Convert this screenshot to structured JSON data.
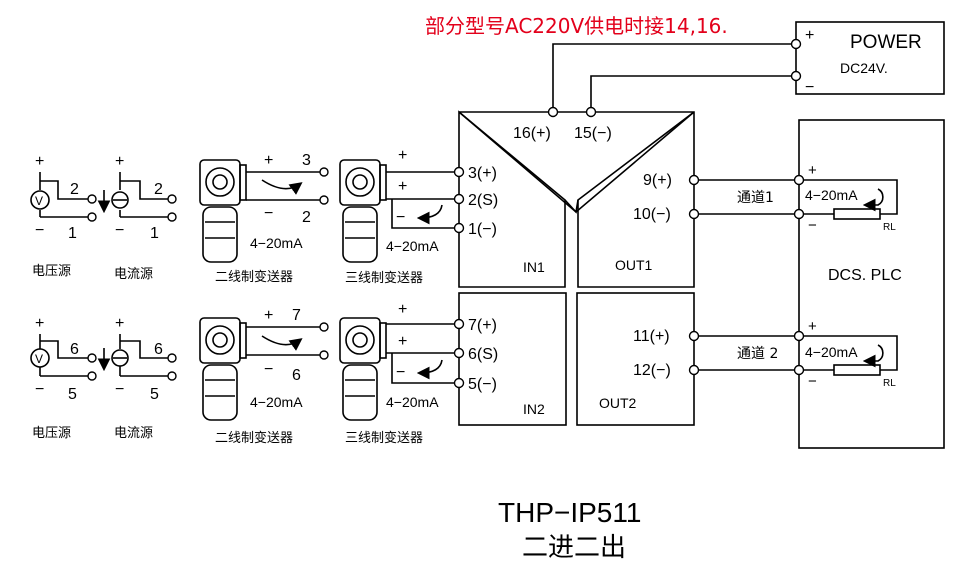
{
  "note": "部分型号AC220V供电时接14,16.",
  "power": {
    "title": "POWER",
    "voltage": "DC24V.",
    "plus": "+",
    "minus": "−"
  },
  "module": {
    "pin16": "16(+)",
    "pin15": "15(−)",
    "in1_pins": [
      "3(+)",
      "2(S)",
      "1(−)"
    ],
    "in2_pins": [
      "7(+)",
      "6(S)",
      "5(−)"
    ],
    "out1_pins": [
      "9(+)",
      "10(−)"
    ],
    "out2_pins": [
      "11(+)",
      "12(−)"
    ],
    "in1": "IN1",
    "in2": "IN2",
    "out1": "OUT1",
    "out2": "OUT2"
  },
  "channel1": {
    "voltage_source": {
      "plus": "+",
      "minus": "−",
      "pos": "2",
      "neg": "1",
      "symbol": "V",
      "caption": "电压源"
    },
    "current_source": {
      "plus": "+",
      "minus": "−",
      "pos": "2",
      "neg": "1",
      "caption": "电流源"
    },
    "two_wire": {
      "plus": "+",
      "minus": "−",
      "pos": "3",
      "neg": "2",
      "signal": "4−20mA",
      "caption": "二线制变送器"
    },
    "three_wire": {
      "plus": "+",
      "plus2": "+",
      "minus": "−",
      "signal": "4−20mA",
      "caption": "三线制变送器"
    }
  },
  "channel2": {
    "voltage_source": {
      "plus": "+",
      "minus": "−",
      "pos": "6",
      "neg": "5",
      "symbol": "V",
      "caption": "电压源"
    },
    "current_source": {
      "plus": "+",
      "minus": "−",
      "pos": "6",
      "neg": "5",
      "caption": "电流源"
    },
    "two_wire": {
      "plus": "+",
      "minus": "−",
      "pos": "7",
      "neg": "6",
      "signal": "4−20mA",
      "caption": "二线制变送器"
    },
    "three_wire": {
      "plus": "+",
      "plus2": "+",
      "minus": "−",
      "signal": "4−20mA",
      "caption": "三线制变送器"
    }
  },
  "outputs": {
    "ch1_label": "通道1",
    "ch2_label": "通道 2",
    "signal": "4−20mA",
    "rl": "RL",
    "plus": "+",
    "minus": "−"
  },
  "dcs": "DCS. PLC",
  "model": "THP−IP511",
  "subtitle": "二进二出"
}
